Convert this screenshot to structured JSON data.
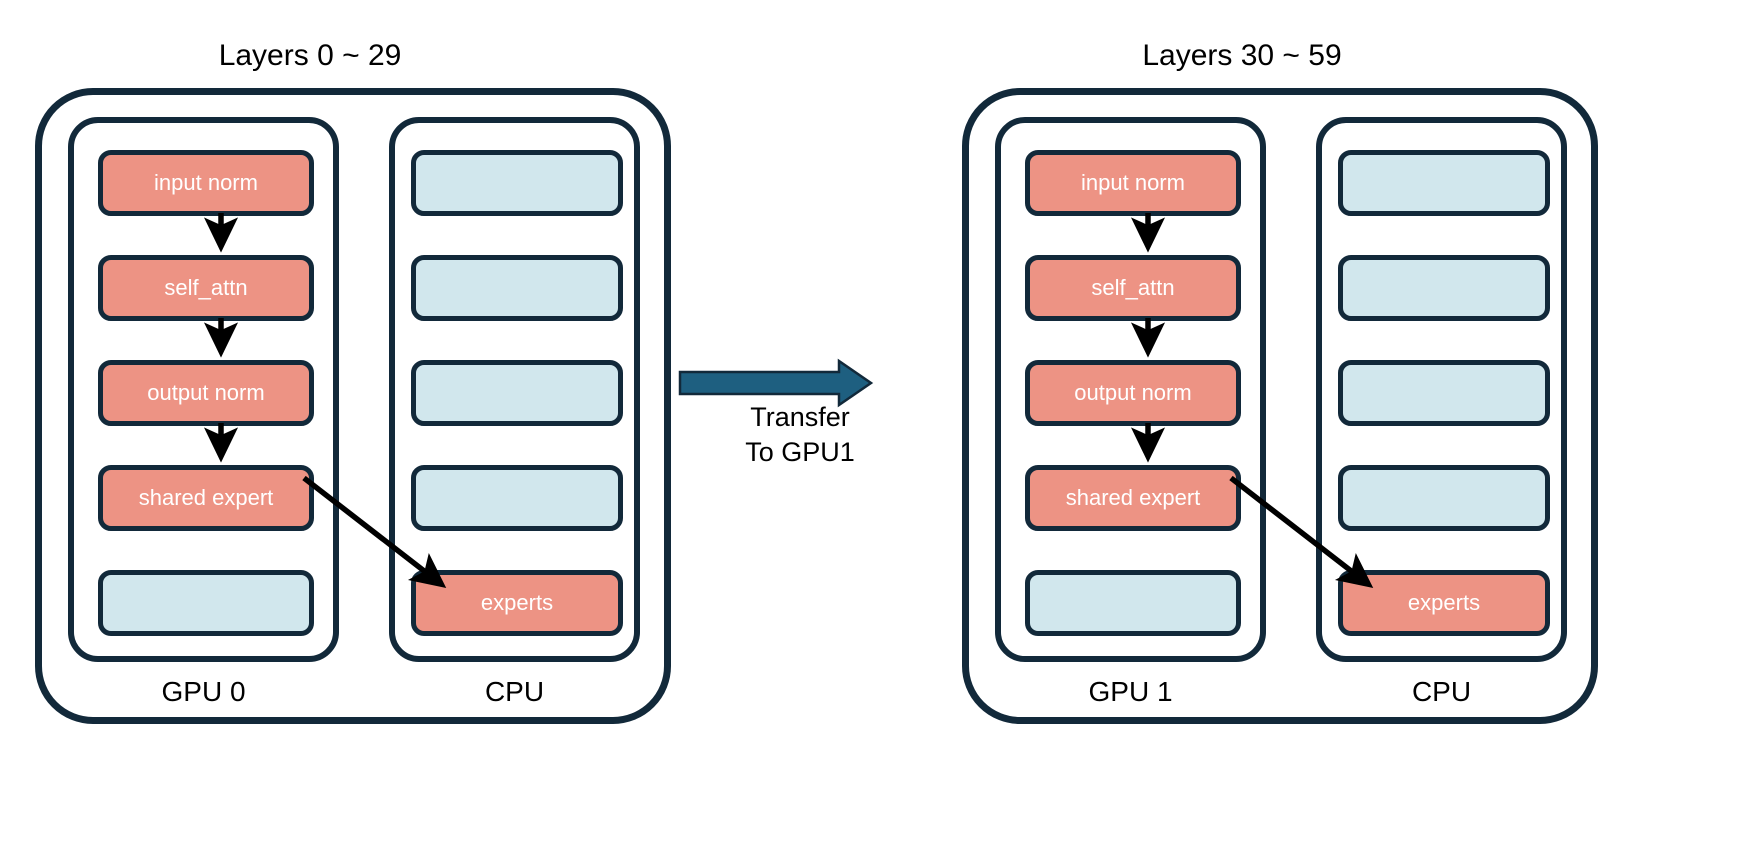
{
  "diagram": {
    "title_semantic": "MoE layer offloading across GPU0/GPU1 with CPU-resident experts",
    "colors": {
      "border": "#12293a",
      "coral": "#ed9384",
      "light_blue": "#d1e7ed",
      "arrow_transfer": "#1e5f80",
      "arrow_dispatch": "#000000",
      "background": "#ffffff",
      "text_on_block": "#ffffff",
      "text_label": "#000000"
    },
    "groups": [
      {
        "id": "group-left",
        "title": "Layers 0 ~ 29",
        "device_label": "GPU 0",
        "panels": [
          {
            "id": "gpu-panel-left",
            "label": "GPU 0",
            "blocks": [
              {
                "label": "input norm",
                "color": "coral"
              },
              {
                "label": "self_attn",
                "color": "coral"
              },
              {
                "label": "output norm",
                "color": "coral"
              },
              {
                "label": "shared expert",
                "color": "coral"
              },
              {
                "label": "",
                "color": "blue"
              }
            ]
          },
          {
            "id": "cpu-panel-left",
            "label": "CPU",
            "blocks": [
              {
                "label": "",
                "color": "blue"
              },
              {
                "label": "",
                "color": "blue"
              },
              {
                "label": "",
                "color": "blue"
              },
              {
                "label": "",
                "color": "blue"
              },
              {
                "label": "experts",
                "color": "coral"
              }
            ]
          }
        ]
      },
      {
        "id": "group-right",
        "title": "Layers 30 ~ 59",
        "device_label": "GPU 1",
        "panels": [
          {
            "id": "gpu-panel-right",
            "label": "GPU 1",
            "blocks": [
              {
                "label": "input norm",
                "color": "coral"
              },
              {
                "label": "self_attn",
                "color": "coral"
              },
              {
                "label": "output norm",
                "color": "coral"
              },
              {
                "label": "shared expert",
                "color": "coral"
              },
              {
                "label": "",
                "color": "blue"
              }
            ]
          },
          {
            "id": "cpu-panel-right",
            "label": "CPU",
            "blocks": [
              {
                "label": "",
                "color": "blue"
              },
              {
                "label": "",
                "color": "blue"
              },
              {
                "label": "",
                "color": "blue"
              },
              {
                "label": "",
                "color": "blue"
              },
              {
                "label": "experts",
                "color": "coral"
              }
            ]
          }
        ]
      }
    ],
    "transfer": {
      "line1": "Transfer",
      "line2": "To GPU1"
    }
  }
}
